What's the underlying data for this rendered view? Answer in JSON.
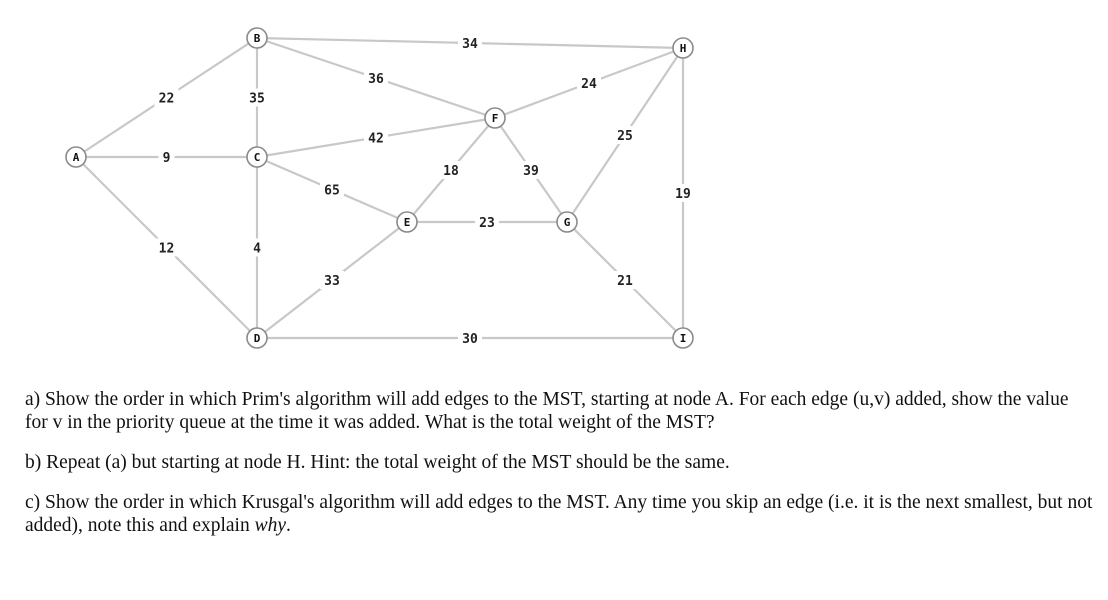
{
  "graph": {
    "nodes": [
      {
        "id": "A",
        "label": "A"
      },
      {
        "id": "B",
        "label": "B"
      },
      {
        "id": "C",
        "label": "C"
      },
      {
        "id": "D",
        "label": "D"
      },
      {
        "id": "E",
        "label": "E"
      },
      {
        "id": "F",
        "label": "F"
      },
      {
        "id": "G",
        "label": "G"
      },
      {
        "id": "H",
        "label": "H"
      },
      {
        "id": "I",
        "label": "I"
      }
    ],
    "edges": [
      {
        "from": "A",
        "to": "B",
        "weight": "22"
      },
      {
        "from": "A",
        "to": "C",
        "weight": "9"
      },
      {
        "from": "A",
        "to": "D",
        "weight": "12"
      },
      {
        "from": "B",
        "to": "C",
        "weight": "35"
      },
      {
        "from": "B",
        "to": "F",
        "weight": "36"
      },
      {
        "from": "B",
        "to": "H",
        "weight": "34"
      },
      {
        "from": "C",
        "to": "F",
        "weight": "42"
      },
      {
        "from": "C",
        "to": "E",
        "weight": "65"
      },
      {
        "from": "C",
        "to": "D",
        "weight": "4"
      },
      {
        "from": "D",
        "to": "E",
        "weight": "33"
      },
      {
        "from": "D",
        "to": "I",
        "weight": "30"
      },
      {
        "from": "E",
        "to": "F",
        "weight": "18"
      },
      {
        "from": "E",
        "to": "G",
        "weight": "23"
      },
      {
        "from": "F",
        "to": "G",
        "weight": "39"
      },
      {
        "from": "F",
        "to": "H",
        "weight": "24"
      },
      {
        "from": "G",
        "to": "H",
        "weight": "25"
      },
      {
        "from": "G",
        "to": "I",
        "weight": "21"
      },
      {
        "from": "H",
        "to": "I",
        "weight": "19"
      }
    ]
  },
  "questions": {
    "a": {
      "text1": "a) Show the order in which Prim's algorithm will add edges to the MST, starting at node A.  For each edge (u,v) added, show the value for v in the priority queue at the time it was added. What is the total weight of the MST?"
    },
    "b": {
      "text1": "b) Repeat (a) but starting at node H. Hint: the total weight of the MST should be the same."
    },
    "c": {
      "text1": "c) Show the order in which Krusgal's algorithm will add edges to the MST. Any time you skip an edge (i.e. it is the next smallest, but not added), note this and explain ",
      "emphasis": "why",
      "text2": "."
    }
  }
}
